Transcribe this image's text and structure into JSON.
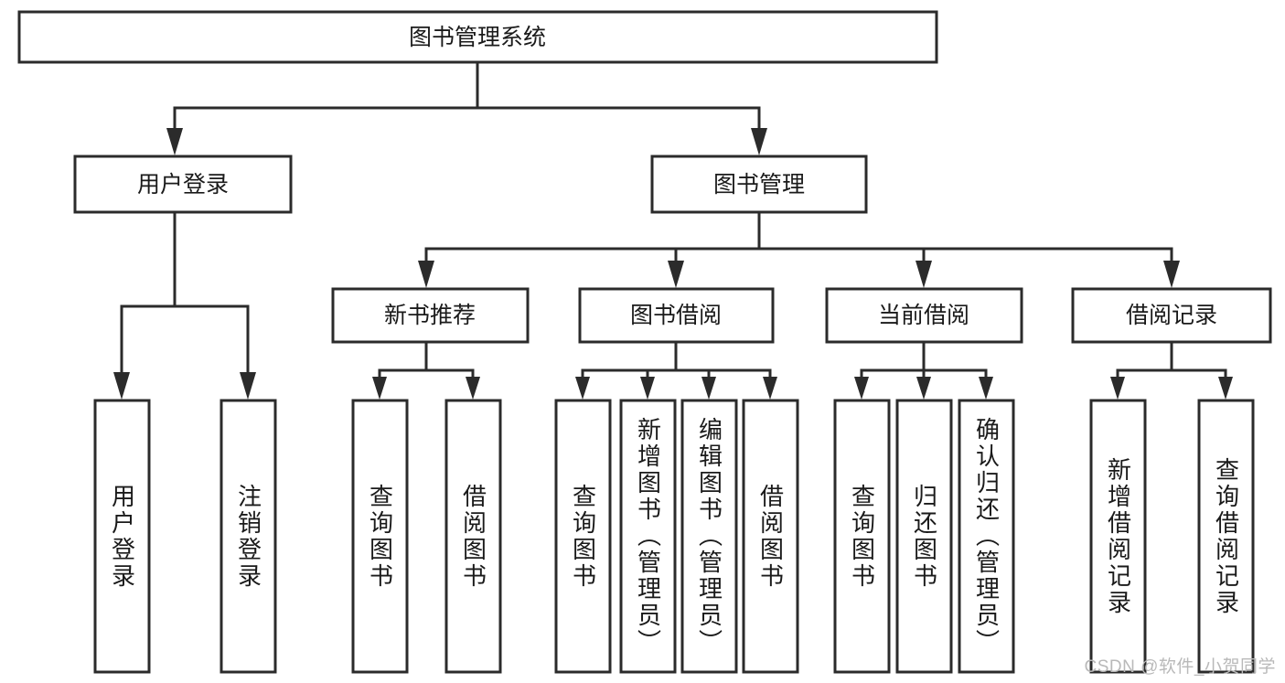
{
  "diagram": {
    "type": "tree",
    "title": "图书管理系统",
    "watermark": "CSDN @软件_小贺同学",
    "colors": {
      "stroke": "#2b2b2b",
      "fill": "#ffffff",
      "text": "#1a1a1a",
      "watermark": "#b9b9b9",
      "background": "#ffffff"
    },
    "root": {
      "label": "图书管理系统"
    },
    "level2": [
      {
        "label": "用户登录"
      },
      {
        "label": "图书管理"
      }
    ],
    "level3": [
      {
        "label": "新书推荐"
      },
      {
        "label": "图书借阅"
      },
      {
        "label": "当前借阅"
      },
      {
        "label": "借阅记录"
      }
    ],
    "leaves": {
      "user_login": [
        {
          "label": "用户登录"
        },
        {
          "label": "注销登录"
        }
      ],
      "new_book": [
        {
          "label": "查询图书"
        },
        {
          "label": "借阅图书"
        }
      ],
      "borrow_book": [
        {
          "label": "查询图书"
        },
        {
          "label": "新增图书（管理员）"
        },
        {
          "label": "编辑图书（管理员）"
        },
        {
          "label": "借阅图书"
        }
      ],
      "current_borrow": [
        {
          "label": "查询图书"
        },
        {
          "label": "归还图书"
        },
        {
          "label": "确认归还（管理员）"
        }
      ],
      "borrow_record": [
        {
          "label": "新增借阅记录"
        },
        {
          "label": "查询借阅记录"
        }
      ]
    }
  }
}
